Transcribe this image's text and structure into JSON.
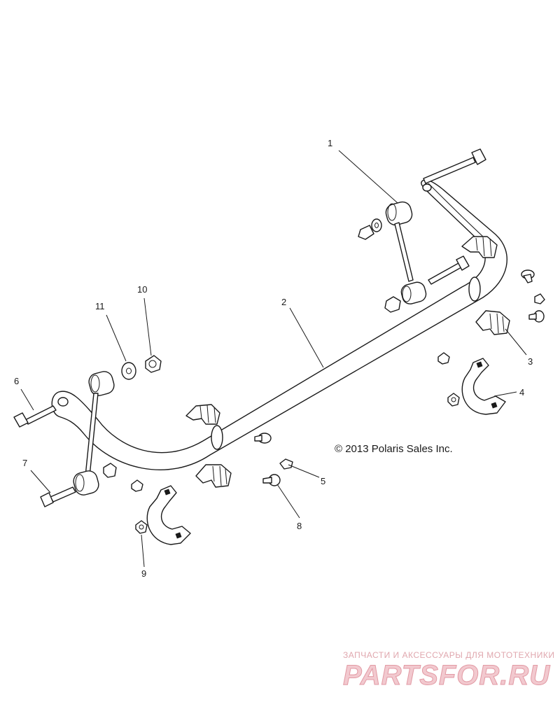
{
  "callouts": [
    {
      "id": "1",
      "label": "1"
    },
    {
      "id": "2",
      "label": "2"
    },
    {
      "id": "3",
      "label": "3"
    },
    {
      "id": "4",
      "label": "4"
    },
    {
      "id": "5",
      "label": "5"
    },
    {
      "id": "6",
      "label": "6"
    },
    {
      "id": "7",
      "label": "7"
    },
    {
      "id": "8",
      "label": "8"
    },
    {
      "id": "9",
      "label": "9"
    },
    {
      "id": "10",
      "label": "10"
    },
    {
      "id": "11",
      "label": "11"
    }
  ],
  "copyright": "© 2013 Polaris Sales Inc.",
  "watermark": {
    "tagline": "ЗАПЧАСТИ И АКСЕССУАРЫ ДЛЯ МОТОТЕХНИКИ",
    "brand": "PARTSFOR.RU",
    "color": "#e29aa4"
  }
}
